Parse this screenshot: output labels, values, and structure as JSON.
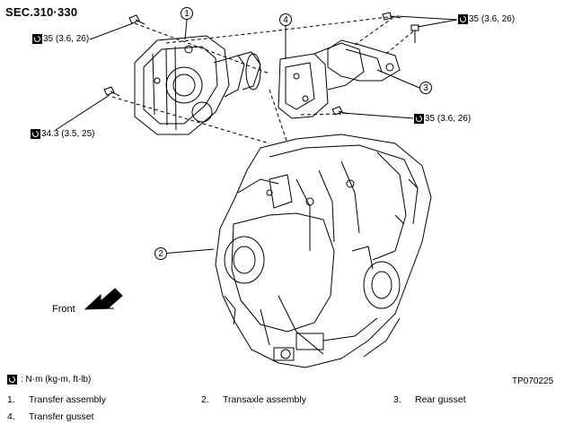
{
  "section_ref": "SEC.310·330",
  "torque_specs": [
    {
      "text": "35 (3.6, 26)"
    },
    {
      "text": "35 (3.6, 26)"
    },
    {
      "text": "34.3 (3.5, 25)"
    },
    {
      "text": "35 (3.6, 26)"
    }
  ],
  "callouts": [
    "1",
    "2",
    "3",
    "4"
  ],
  "direction_label": "Front",
  "units_legend": ": N·m (kg-m, ft-lb)",
  "figure_code": "TP070225",
  "parts": [
    {
      "num": "1.",
      "name": "Transfer assembly"
    },
    {
      "num": "2.",
      "name": "Transaxle assembly"
    },
    {
      "num": "3.",
      "name": "Rear gusset"
    },
    {
      "num": "4.",
      "name": "Transfer gusset"
    }
  ]
}
